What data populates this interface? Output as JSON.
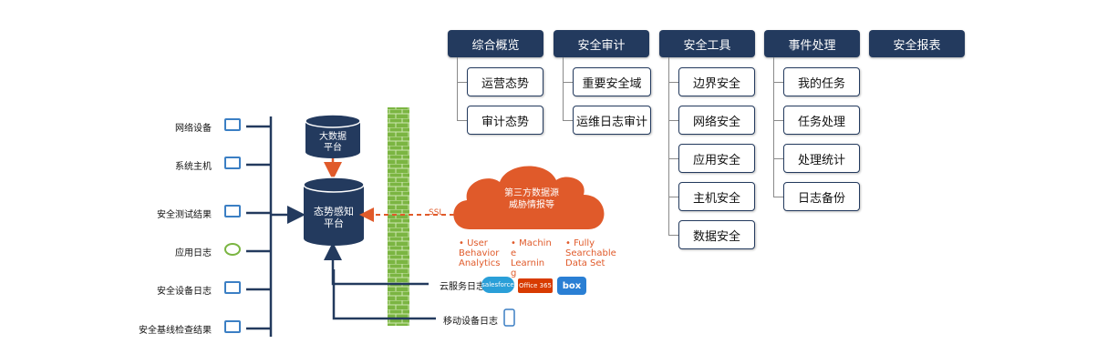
{
  "menu": [
    {
      "label": "综合概览",
      "items": [
        "运营态势",
        "审计态势"
      ]
    },
    {
      "label": "安全审计",
      "items": [
        "重要安全域",
        "运维日志审计"
      ]
    },
    {
      "label": "安全工具",
      "items": [
        "边界安全",
        "网络安全",
        "应用安全",
        "主机安全",
        "数据安全"
      ]
    },
    {
      "label": "事件处理",
      "items": [
        "我的任务",
        "任务处理",
        "处理统计",
        "日志备份"
      ]
    },
    {
      "label": "安全报表",
      "items": []
    }
  ],
  "sources": [
    "网络设备",
    "系统主机",
    "安全测试结果",
    "应用日志",
    "安全设备日志",
    "安全基线检查结果"
  ],
  "bigdata_label_1": "大数据",
  "bigdata_label_2": "平台",
  "situation_label_1": "态势感知",
  "situation_label_2": "平台",
  "ssl_label": "SSL",
  "cloud_line_1": "第三方数据源",
  "cloud_line_2": "威胁情报等",
  "features": [
    {
      "lines": [
        "• User",
        "Behavior",
        "Analytics"
      ]
    },
    {
      "lines": [
        "• Machin",
        "e",
        "Learnin",
        "g"
      ]
    },
    {
      "lines": [
        "• Fully",
        "Searchable",
        "Data Set"
      ]
    }
  ],
  "cloud_service_log": "云服务日志",
  "mobile_device_log": "移动设备日志",
  "logos": {
    "salesforce": "salesforce",
    "office": "Office 365",
    "box": "box"
  },
  "colors": {
    "navy": "#233a5e",
    "orange": "#e05a2a",
    "firewall": "#7bb542"
  }
}
